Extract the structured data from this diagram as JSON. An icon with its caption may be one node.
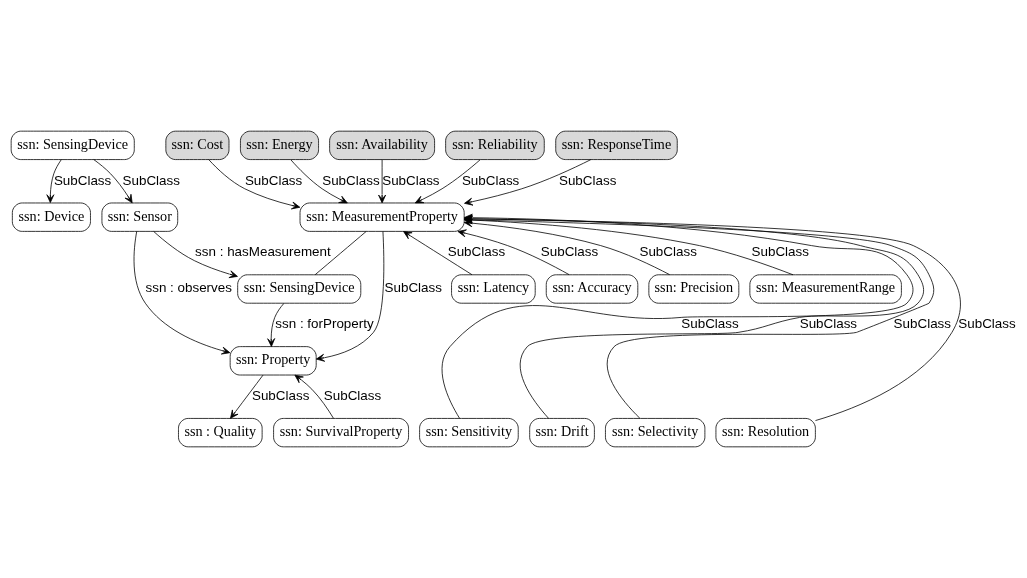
{
  "diagram": {
    "nodes": [
      {
        "text": [
          "ssn: SensingDevice"
        ]
      },
      {
        "text": [
          "ssn: Device"
        ]
      },
      {
        "text": [
          "ssn: Sensor"
        ]
      },
      {
        "text": [
          "ssn: Property"
        ]
      },
      {
        "text": [
          "ssn: SensingDevice"
        ]
      },
      {
        "text": [
          "ssn : Quality"
        ]
      },
      {
        "text": [
          "ssn: SurvivalProperty"
        ]
      },
      {
        "text": [
          "ssn: MeasurementProperty"
        ]
      },
      {
        "text": [
          "ssn: Cost"
        ]
      },
      {
        "text": [
          "ssn: Energy"
        ]
      },
      {
        "text": [
          "ssn: Availability"
        ]
      },
      {
        "text": [
          "ssn: Reliability"
        ]
      },
      {
        "text": [
          "ssn: ResponseTime"
        ]
      },
      {
        "text": [
          "ssn: Latency"
        ]
      },
      {
        "text": [
          "ssn: Accuracy"
        ]
      },
      {
        "text": [
          "ssn: Precision"
        ]
      },
      {
        "text": [
          "ssn: MeasurementRange"
        ]
      },
      {
        "text": [
          "ssn: Sensitivity"
        ]
      },
      {
        "text": [
          "ssn: Drift"
        ]
      },
      {
        "text": [
          "ssn: Selectivity"
        ]
      },
      {
        "text": [
          "ssn: Resolution"
        ]
      }
    ],
    "edges": [
      {
        "from": 0,
        "to": 1,
        "arrow": "to",
        "label": "SubClass"
      },
      {
        "from": 0,
        "to": 2,
        "arrow": "to",
        "label": "SubClass"
      },
      {
        "from": 2,
        "to": 3,
        "arrow": "to",
        "label": "ssn : observes"
      },
      {
        "from": 2,
        "to": 4,
        "arrow": "to",
        "label": "ssn : hasMeasurement"
      },
      {
        "from": 4,
        "to": 3,
        "arrow": "to",
        "label": "ssn : forProperty"
      },
      {
        "from": 3,
        "to": 5,
        "arrow": "to",
        "label": "SubClass"
      },
      {
        "from": 6,
        "to": 3,
        "arrow": "to",
        "label": "SubClass"
      },
      {
        "from": 7,
        "to": 3,
        "arrow": "to",
        "label": "SubClass"
      },
      {
        "from": 4,
        "to": 7,
        "arrow": "none"
      },
      {
        "from": 8,
        "to": 7,
        "arrow": "to",
        "label": "SubClass"
      },
      {
        "from": 9,
        "to": 7,
        "arrow": "to",
        "label": "SubClass"
      },
      {
        "from": 10,
        "to": 7,
        "arrow": "to",
        "label": "SubClass"
      },
      {
        "from": 11,
        "to": 7,
        "arrow": "to",
        "label": "SubClass"
      },
      {
        "from": 12,
        "to": 7,
        "arrow": "to",
        "label": "SubClass"
      },
      {
        "from": 13,
        "to": 7,
        "arrow": "to",
        "label": "SubClass"
      },
      {
        "from": 14,
        "to": 7,
        "arrow": "to",
        "label": "SubClass"
      },
      {
        "from": 15,
        "to": 7,
        "arrow": "to",
        "label": "SubClass"
      },
      {
        "from": 16,
        "to": 7,
        "arrow": "to",
        "label": "SubClass"
      },
      {
        "from": 17,
        "to": 7,
        "arrow": "to",
        "label": "SubClass"
      },
      {
        "from": 18,
        "to": 7,
        "arrow": "to",
        "label": "SubClass"
      },
      {
        "from": 19,
        "to": 7,
        "arrow": "to",
        "label": "SubClass"
      },
      {
        "from": 20,
        "to": 7,
        "arrow": "to",
        "label": "SubClass"
      }
    ]
  }
}
